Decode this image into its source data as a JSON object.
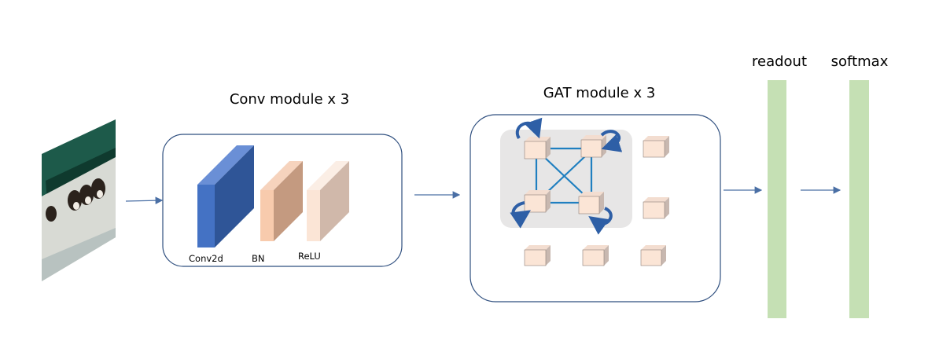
{
  "labels": {
    "conv_module": "Conv module x 3",
    "gat_module": "GAT module x 3",
    "readout": "readout",
    "softmax": "softmax",
    "conv2d": "Conv2d",
    "bn": "BN",
    "relu": "ReLU"
  },
  "colors": {
    "frame_stroke": "#2f4f7f",
    "arrow": "#4a6fa5",
    "conv2d_front": "#4472c4",
    "conv2d_side": "#2f5597",
    "bn_front": "#f8cbad",
    "bn_side": "#c49a80",
    "relu_front": "#fbe5d6",
    "relu_side": "#d0b8aa",
    "node_front": "#fbe5d6",
    "node_side": "#c8b8b0",
    "graph_bg": "#e7e6e6",
    "edge": "#1f7fc0",
    "self_loop": "#2e5fa6",
    "bar": "#c5e0b4"
  },
  "icons": {
    "input_image": "puppies-photo"
  }
}
